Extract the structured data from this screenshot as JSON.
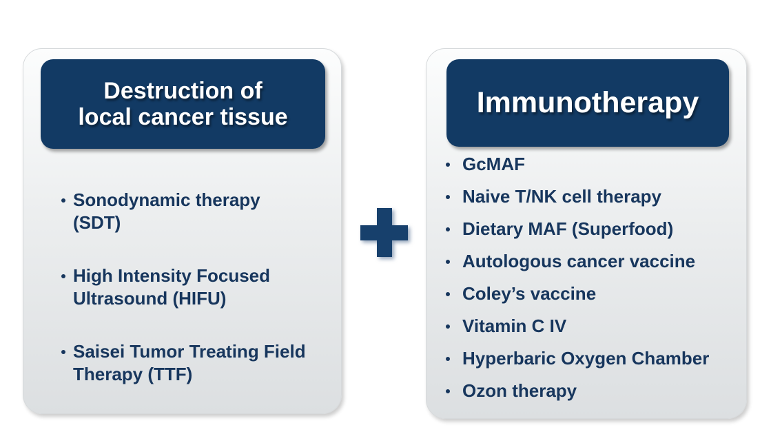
{
  "slide": {
    "background_color": "#ffffff",
    "colors": {
      "header_background": "#123a64",
      "header_text": "#ffffff",
      "list_text": "#17365d",
      "plus_sign": "#17406c",
      "panel_gradient_top": "#fcfdfd",
      "panel_gradient_bottom": "#dcdfe1"
    },
    "plus_icon": {
      "name": "plus-icon",
      "glyph": "+"
    },
    "left_panel": {
      "title": "Destruction of local cancer tissue",
      "title_lines": [
        "Destruction of",
        "local cancer tissue"
      ],
      "items": [
        "Sonodynamic therapy (SDT)",
        "High Intensity Focused Ultrasound (HIFU)",
        "Saisei Tumor Treating Field Therapy (TTF)"
      ]
    },
    "right_panel": {
      "title": "Immunotherapy",
      "items": [
        "GcMAF",
        "Naive T/NK cell therapy",
        "Dietary MAF (Superfood)",
        "Autologous cancer vaccine",
        "Coley’s vaccine",
        "Vitamin C IV",
        "Hyperbaric Oxygen Chamber",
        "Ozon therapy"
      ]
    }
  }
}
